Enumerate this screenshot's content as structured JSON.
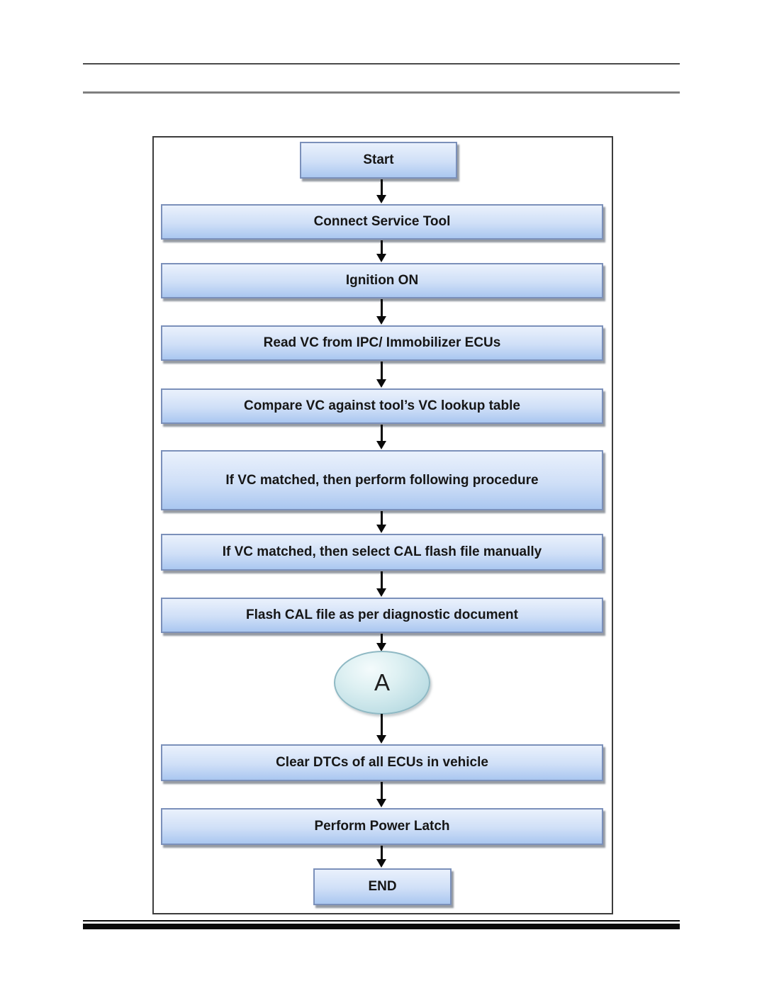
{
  "flowchart": {
    "title_hint": "Service tool CAL flashing procedure flowchart",
    "nodes": [
      {
        "id": "start",
        "type": "terminal",
        "label": "Start"
      },
      {
        "id": "connect-service-tool",
        "type": "process",
        "label": "Connect Service Tool"
      },
      {
        "id": "ignition-on",
        "type": "process",
        "label": "Ignition ON"
      },
      {
        "id": "read-vc",
        "type": "process",
        "label": "Read VC from IPC/ Immobilizer ECUs"
      },
      {
        "id": "compare-vc",
        "type": "process",
        "label": "Compare VC against tool’s VC lookup table"
      },
      {
        "id": "vc-matched-procedure",
        "type": "process",
        "label": "If VC matched, then perform following procedure"
      },
      {
        "id": "vc-matched-select-cal",
        "type": "process",
        "label": "If VC matched, then select CAL flash file manually"
      },
      {
        "id": "flash-cal-file",
        "type": "process",
        "label": "Flash CAL file as per diagnostic document"
      },
      {
        "id": "connector-a",
        "type": "connector",
        "label": "A"
      },
      {
        "id": "clear-dtcs",
        "type": "process",
        "label": "Clear DTCs of all ECUs in vehicle"
      },
      {
        "id": "perform-power-latch",
        "type": "process",
        "label": "Perform Power Latch"
      },
      {
        "id": "end",
        "type": "terminal",
        "label": "END"
      }
    ],
    "colors": {
      "box_fill_top": "#eaf1fc",
      "box_fill_bottom": "#aac7f0",
      "box_border": "#7b90ba",
      "connector_fill": "#c1e0e6",
      "connector_border": "#8fb9c4",
      "frame_border": "#3c3c3c",
      "arrow": "#0a0a0a",
      "text": "#161616"
    }
  }
}
